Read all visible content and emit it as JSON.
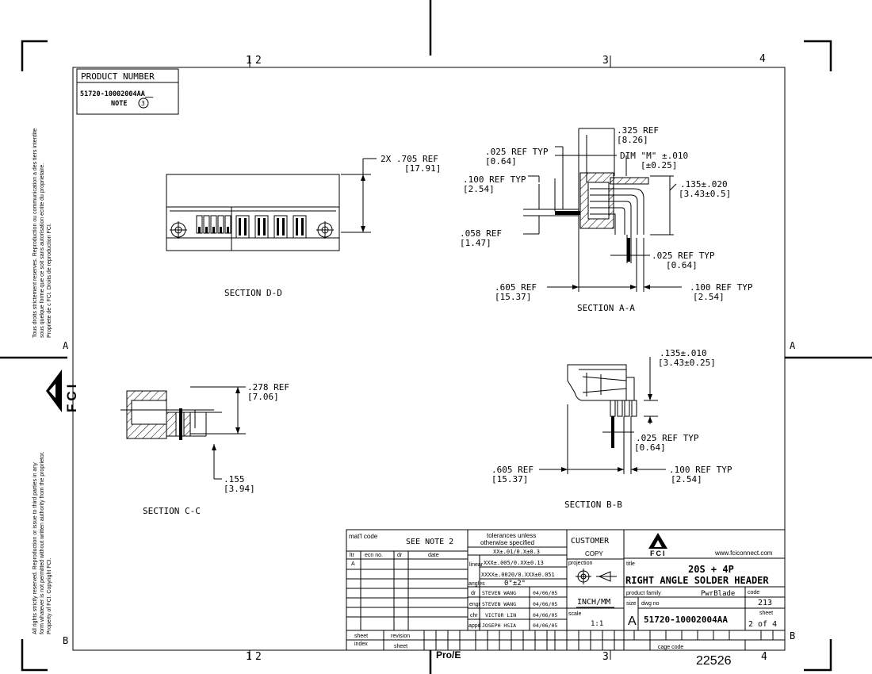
{
  "frame": {
    "zones_top": [
      "1",
      "2",
      "3",
      "4"
    ],
    "zones_bottom": [
      "1",
      "2",
      "3",
      "4"
    ],
    "row_left_top": "A",
    "row_right_top": "A",
    "row_left_bottom": "B",
    "row_right_bottom": "B",
    "pro_e": "Pro/E"
  },
  "side_notes": {
    "french": [
      "Tous droits strictement reserves. Reproduction ou communication a des tiers interdite",
      "sous quelque forme que ce soit sans autorisation ecrite du proprietaire.",
      "Propriete de c FCI.  Droits de reproduction FCI."
    ],
    "english": [
      "All rights strictly reserved.  Reproduction or issue to third parties in any",
      "form whatever is not permitted without written authority from the proprietor.",
      "Property of FCI.  Copyright FCI."
    ],
    "logo_text": "FCI"
  },
  "product_number": {
    "header": "PRODUCT NUMBER",
    "value": "51720-10002004AA__",
    "note": "NOTE",
    "note_num": "3"
  },
  "section_dd": {
    "title": "SECTION  D-D",
    "dim1": "2X .705  REF",
    "dim1b": "[17.91]"
  },
  "section_aa": {
    "title": "SECTION  A-A",
    "d1": ".325  REF",
    "d1b": "[8.26]",
    "d2": ".025  REF TYP",
    "d2b": "[0.64]",
    "d3": "DIM \"M\" ±.010",
    "d3b": "[±0.25]",
    "d4": ".100  REF TYP",
    "d4b": "[2.54]",
    "d5": ".135±.020",
    "d5b": "[3.43±0.5]",
    "d6": ".058  REF",
    "d6b": "[1.47]",
    "d7": ".025  REF TYP",
    "d7b": "[0.64]",
    "d8": ".605  REF",
    "d8b": "[15.37]",
    "d9": ".100  REF TYP",
    "d9b": "[2.54]"
  },
  "section_bb": {
    "title": "SECTION  B-B",
    "d1": ".135±.010",
    "d1b": "[3.43±0.25]",
    "d2": ".025  REF TYP",
    "d2b": "[0.64]",
    "d3": ".605  REF",
    "d3b": "[15.37]",
    "d4": ".100  REF TYP",
    "d4b": "[2.54]"
  },
  "section_cc": {
    "title": "SECTION  C-C",
    "d1": ".278  REF",
    "d1b": "[7.06]",
    "d2": ".155",
    "d2b": "[3.94]"
  },
  "title_block": {
    "matl_code": "mat'l code",
    "see_note": "SEE NOTE 2",
    "tol1": "tolerances unless",
    "tol2": "otherwise specified",
    "customer": "CUSTOMER",
    "copy": "COPY",
    "ltr": "ltr",
    "ecn_no": "ecn no.",
    "dr_col": "dr",
    "date": "date",
    "rev_a": "A",
    "linear": "linear",
    "lin1": "XX±.01/0.X±0.3",
    "lin2": "XXX±.005/0.XX±0.13",
    "lin3": "XXXX±.0020/0.XXX±0.051",
    "angles": "angles",
    "angle_val": "0°±2°",
    "projection": "projection",
    "inch_mm": "INCH/MM",
    "scale": "scale",
    "scale_val": "1:1",
    "signoffs": [
      {
        "role": "dr",
        "name": "STEVEN WANG",
        "date": "04/06/05"
      },
      {
        "role": "engr",
        "name": "STEVEN WANG",
        "date": "04/06/05"
      },
      {
        "role": "chr",
        "name": "VICTOR LIN",
        "date": "04/06/05"
      },
      {
        "role": "appd",
        "name": "JOSEPH HSIA",
        "date": "04/06/05"
      }
    ],
    "sheet": "sheet",
    "index": "index",
    "revision": "revision",
    "sheet2": "sheet",
    "fci": "FCI",
    "website": "www.fciconnect.com",
    "title_label": "title",
    "title1": "20S + 4P",
    "title2": "RIGHT ANGLE SOLDER HEADER",
    "product_family_label": "product family",
    "product_family": "PwrBlade",
    "code_label": "code",
    "code": "213",
    "size_label": "size",
    "dwg_no_label": "dwg no",
    "size": "A",
    "dwg_no": "51720-10002004AA",
    "sheet_label": "sheet",
    "sheet_val": "2 of 4",
    "cage_label": "cage code",
    "cage": "22526"
  }
}
